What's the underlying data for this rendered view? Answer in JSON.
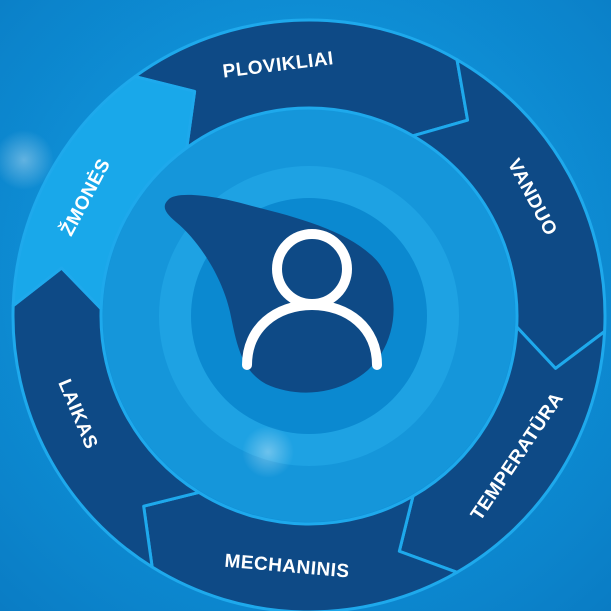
{
  "diagram": {
    "center_icon": "user-icon",
    "segments": [
      {
        "key": "plovikliai",
        "label": "PLOVIKLIAI"
      },
      {
        "key": "vanduo",
        "label": "VANDUO"
      },
      {
        "key": "temperatura",
        "label": "TEMPERATŪRA"
      },
      {
        "key": "mechaninis",
        "label": "MECHANINIS"
      },
      {
        "key": "laikas",
        "label": "LAIKAS"
      },
      {
        "key": "zmones",
        "label": "ŽMONĖS"
      }
    ]
  },
  "colors": {
    "background": "#0e8fd6",
    "segment_dark": "#0e4a86",
    "segment_light": "#19a8ea",
    "inner_disc": "#1ea2e3",
    "inner_ring": "#0b89d0",
    "center_drop": "#0e4a86",
    "icon_stroke": "#ffffff"
  }
}
